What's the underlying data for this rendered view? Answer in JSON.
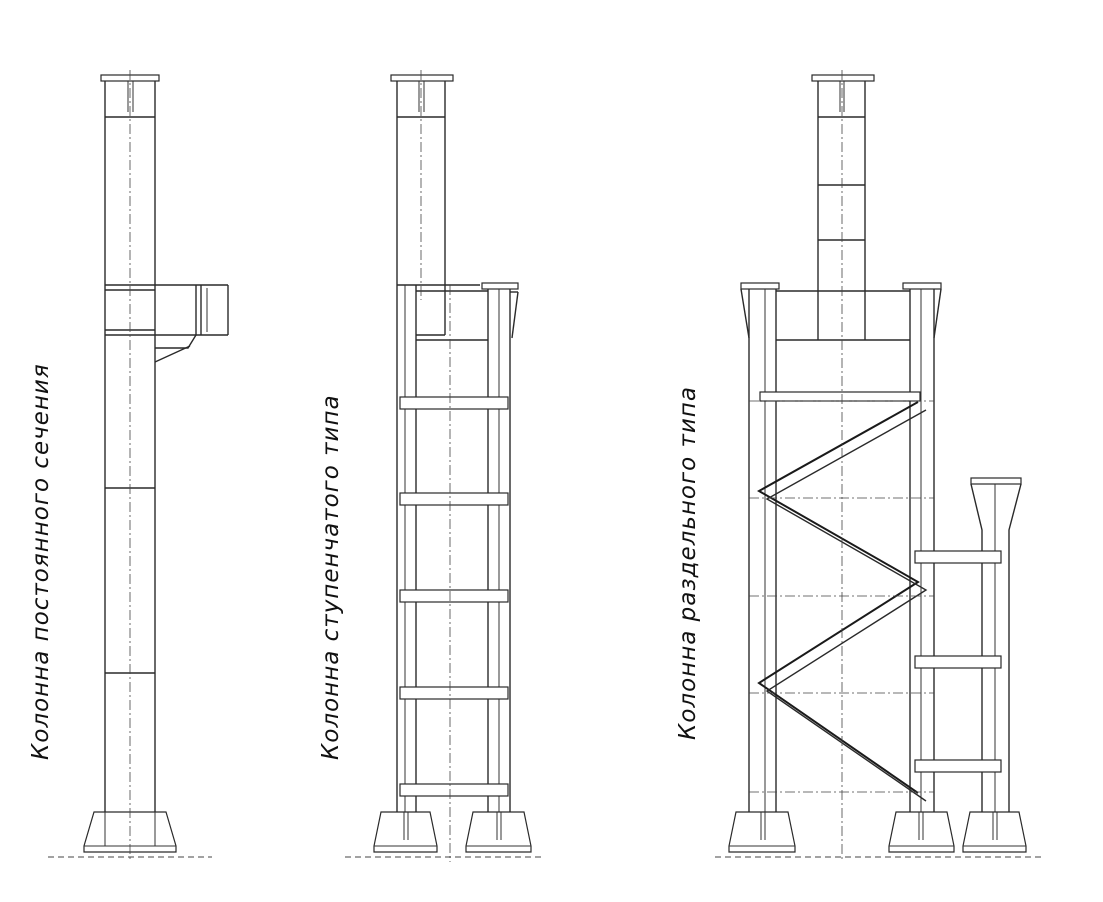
{
  "labels": {
    "column1": "Колонна постоянного сечения",
    "column2": "Колонна ступенчатого типа",
    "column3": "Колонна раздельного типа"
  },
  "colors": {
    "line": "#2a2a2a",
    "background": "#ffffff",
    "text": "#111111"
  }
}
